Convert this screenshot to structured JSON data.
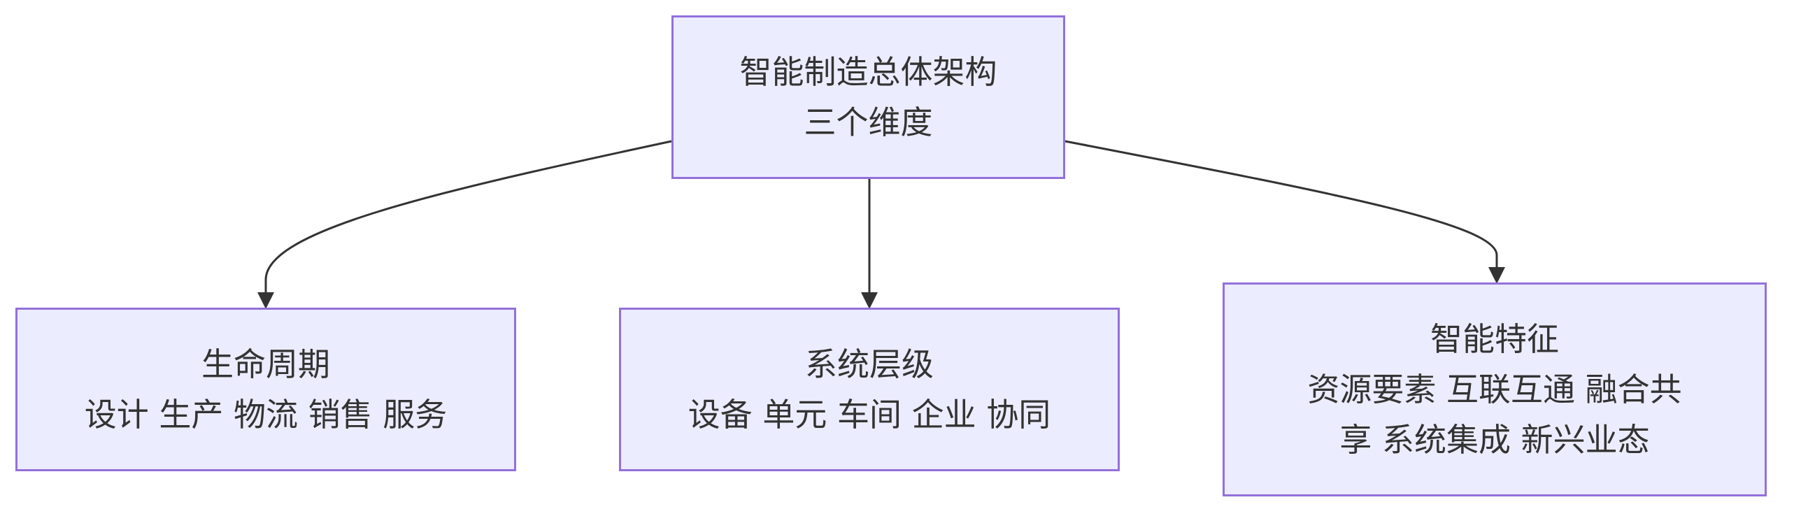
{
  "nodes": {
    "root": {
      "lines": [
        "智能制造总体架构",
        "三个维度"
      ]
    },
    "lifecycle": {
      "lines": [
        "生命周期",
        "设计 生产 物流 销售 服务"
      ]
    },
    "system_level": {
      "lines": [
        "系统层级",
        "设备 单元 车间 企业 协同"
      ]
    },
    "intelligent": {
      "lines": [
        "智能特征",
        "资源要素 互联互通 融合共",
        "享 系统集成 新兴业态"
      ]
    }
  },
  "colors": {
    "node_fill": "#ECECFF",
    "node_border": "#9370DB",
    "edge": "#333333",
    "text": "#333333"
  },
  "edges": [
    {
      "from": "root",
      "to": "lifecycle"
    },
    {
      "from": "root",
      "to": "system_level"
    },
    {
      "from": "root",
      "to": "intelligent"
    }
  ]
}
